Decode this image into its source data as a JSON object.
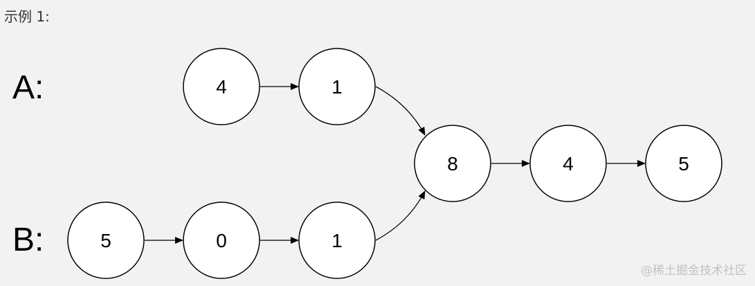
{
  "caption": "示例 1:",
  "watermark": "@稀土掘金技术社区",
  "lists": {
    "A": {
      "label": "A:",
      "nodes": [
        "4",
        "1"
      ]
    },
    "B": {
      "label": "B:",
      "nodes": [
        "5",
        "0",
        "1"
      ]
    },
    "shared": {
      "nodes": [
        "8",
        "4",
        "5"
      ]
    }
  }
}
